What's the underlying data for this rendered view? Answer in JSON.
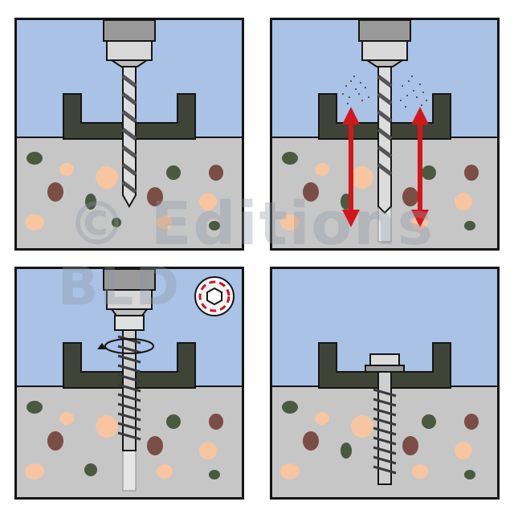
{
  "colors": {
    "sky": "#a9c2e6",
    "concrete": "#c6c6c6",
    "fixture": "#3f4437",
    "frame": "#151515",
    "red_arrow": "#d3161b",
    "aggregate_peach": "#f7c59f",
    "aggregate_brown": "#7a4e45",
    "aggregate_green": "#4a5940"
  },
  "panels": [
    {
      "step": "drill-hole"
    },
    {
      "step": "clean-hole"
    },
    {
      "step": "drive-screw"
    },
    {
      "step": "screw-set"
    }
  ],
  "watermark": {
    "line1": "© Editions",
    "line2": "BLD"
  }
}
